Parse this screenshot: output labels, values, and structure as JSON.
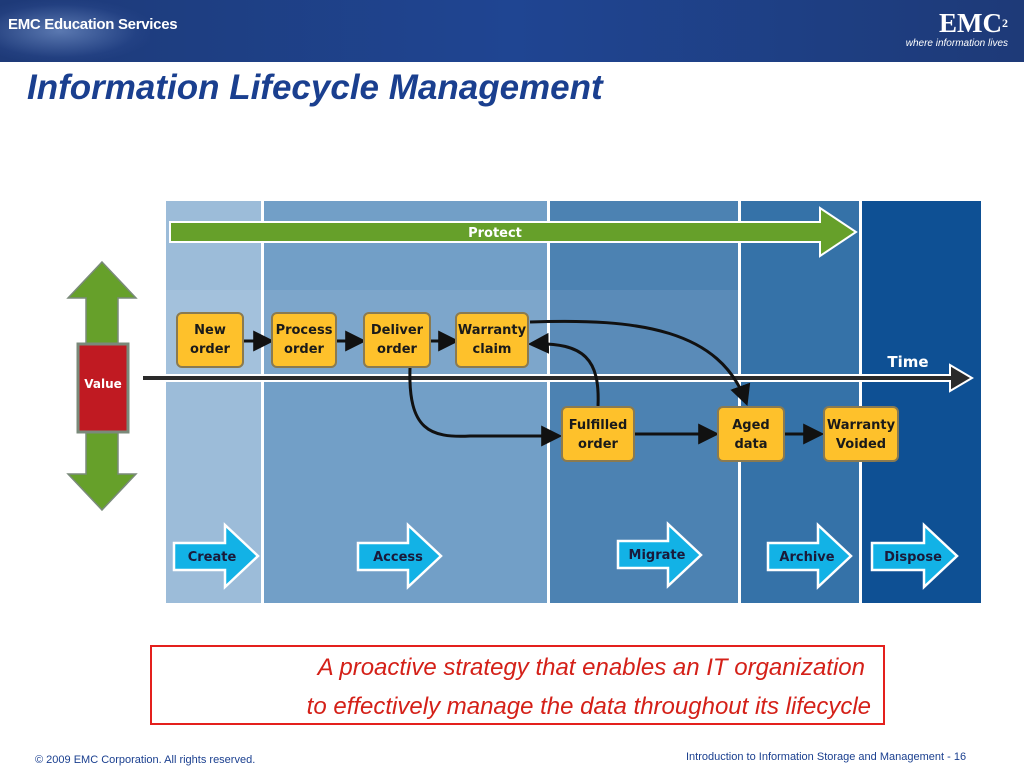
{
  "header": {
    "brand_left": "EMC Education Services",
    "logo_text": "EMC",
    "logo_superscript": "2",
    "tagline": "where information lives"
  },
  "title": "Information Lifecycle Management",
  "diagram": {
    "protect_label": "Protect",
    "time_label": "Time",
    "value_label": "Value",
    "events": [
      {
        "id": "new-order",
        "line1": "New",
        "line2": "order"
      },
      {
        "id": "process-order",
        "line1": "Process",
        "line2": "order"
      },
      {
        "id": "deliver-order",
        "line1": "Deliver",
        "line2": "order"
      },
      {
        "id": "warranty-claim",
        "line1": "Warranty",
        "line2": "claim"
      },
      {
        "id": "fulfilled-order",
        "line1": "Fulfilled",
        "line2": "order"
      },
      {
        "id": "aged-data",
        "line1": "Aged",
        "line2": "data"
      },
      {
        "id": "warranty-voided",
        "line1": "Warranty",
        "line2": "Voided"
      }
    ],
    "stages": [
      "Create",
      "Access",
      "Migrate",
      "Archive",
      "Dispose"
    ],
    "colors": {
      "stage1": "#9cbcd9",
      "stage2": "#729fc7",
      "stage3": "#4c82b2",
      "stage4": "#3572a8",
      "stage5": "#0e5094",
      "protect": "#66a02a",
      "event_box": "#fec12b",
      "stage_arrow": "#12b2e6",
      "value_bar": "#c01a22",
      "title": "#1a3f8f"
    }
  },
  "callout": {
    "line1": "A proactive strategy that enables an IT organization",
    "line2": "to effectively manage the data throughout its lifecycle"
  },
  "footer": {
    "copyright": "© 2009 EMC Corporation. All rights reserved.",
    "course": "Introduction to Information Storage and Management  - 16"
  }
}
